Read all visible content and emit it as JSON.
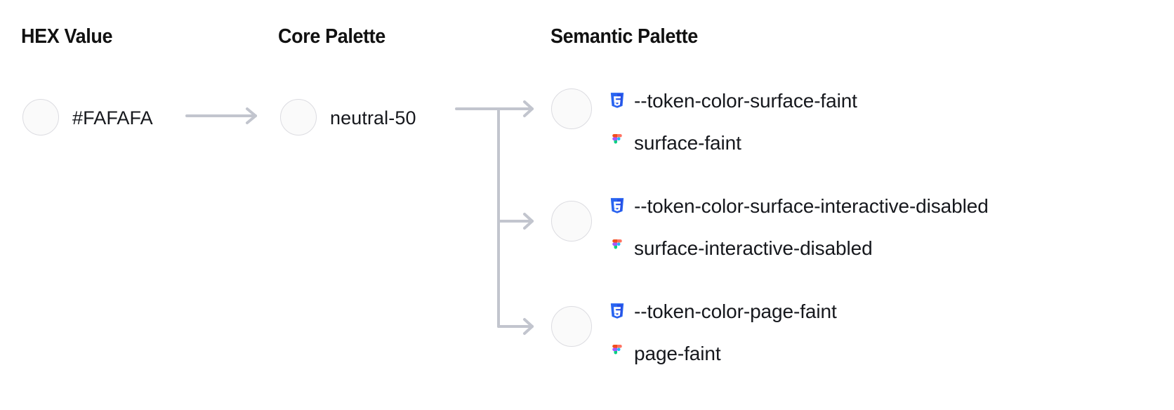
{
  "columns": {
    "hex": {
      "heading": "HEX Value"
    },
    "core": {
      "heading": "Core Palette"
    },
    "semantic": {
      "heading": "Semantic Palette"
    }
  },
  "hex": {
    "value": "#FAFAFA",
    "swatch_color": "#FAFAFA"
  },
  "core": {
    "value": "neutral-50",
    "swatch_color": "#FAFAFA"
  },
  "semantic": {
    "rows": [
      {
        "css_token": "--token-color-surface-faint",
        "figma_token": "surface-faint",
        "swatch_color": "#FAFAFA",
        "css_icon": "css3-icon",
        "figma_icon": "figma-icon"
      },
      {
        "css_token": "--token-color-surface-interactive-disabled",
        "figma_token": "surface-interactive-disabled",
        "swatch_color": "#FAFAFA",
        "css_icon": "css3-icon",
        "figma_icon": "figma-icon"
      },
      {
        "css_token": "--token-color-page-faint",
        "figma_token": "page-faint",
        "swatch_color": "#FAFAFA",
        "css_icon": "css3-icon",
        "figma_icon": "figma-icon"
      }
    ]
  },
  "connectors": {
    "hex_to_core": "arrow-right",
    "core_to_semantic": "branching-arrow-right"
  },
  "colors": {
    "background": "#FFFFFF",
    "heading_text": "#111111",
    "body_text": "#16181D",
    "connector_line": "#C2C5CE",
    "swatch_border": "#DCDCE1",
    "swatch_fill": "#FAFAFA",
    "css_logo_blue": "#2965F1",
    "css_logo_blue_dark": "#264DE4",
    "figma_orange": "#F24E1E",
    "figma_salmon": "#FF7262",
    "figma_purple": "#A259FF",
    "figma_cyan": "#1ABCFE",
    "figma_green": "#0ACF83"
  }
}
